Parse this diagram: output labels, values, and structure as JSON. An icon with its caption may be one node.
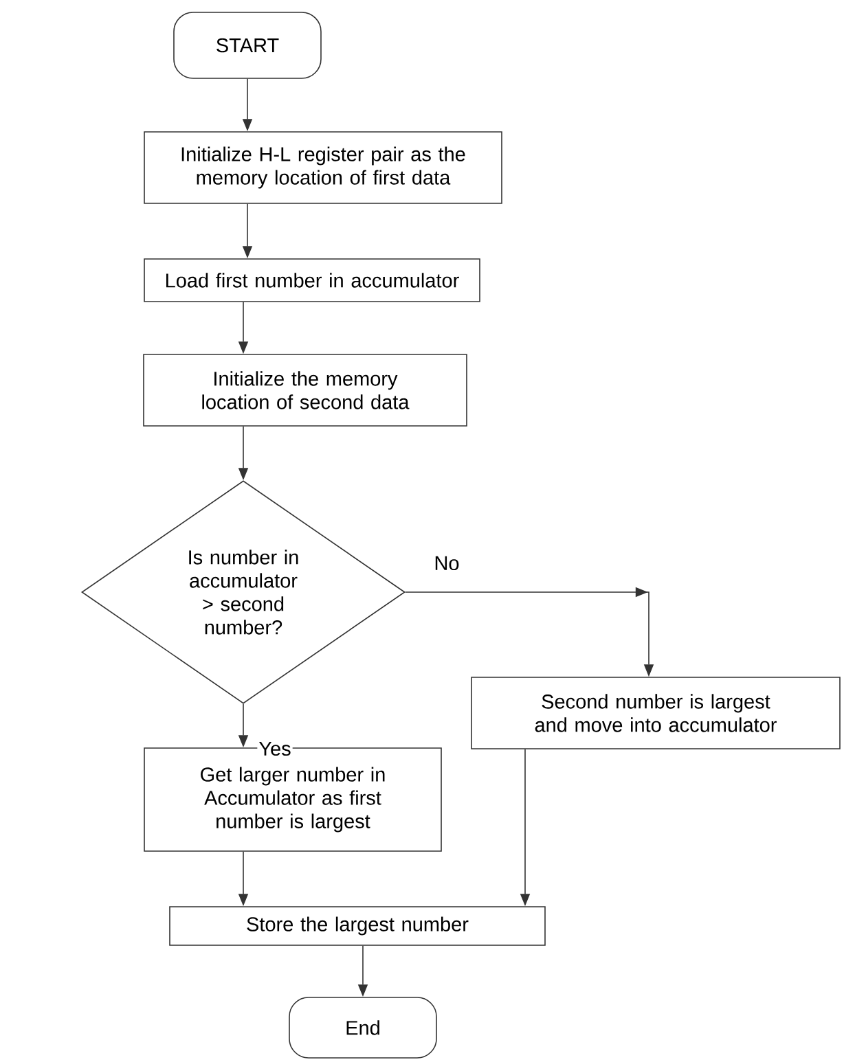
{
  "diagram": {
    "nodes": [
      {
        "text": [
          "START"
        ]
      },
      {
        "text": [
          "Initialize H-L register pair as the memory location of first data"
        ]
      },
      {
        "text": [
          "Load first number in accumulator"
        ]
      },
      {
        "text": [
          "Initialize the memory location of second data"
        ]
      },
      {
        "text": [
          "Is number in accumulator > second number?"
        ]
      },
      {
        "text": [
          "Get larger number in Accumulator as first number is largest"
        ]
      },
      {
        "text": [
          "Second number is largest and move into accumulator"
        ]
      },
      {
        "text": [
          "Store the largest number"
        ]
      },
      {
        "text": [
          "End"
        ]
      }
    ],
    "edges": [
      {
        "from": 0,
        "to": 1,
        "arrow": "to"
      },
      {
        "from": 1,
        "to": 2,
        "arrow": "to"
      },
      {
        "from": 2,
        "to": 3,
        "arrow": "to"
      },
      {
        "from": 3,
        "to": 4,
        "arrow": "to"
      },
      {
        "from": 4,
        "to": 5,
        "arrow": "to",
        "label": "Yes"
      },
      {
        "from": 4,
        "to": 6,
        "arrow": "to",
        "label": "No"
      },
      {
        "from": 5,
        "to": 7,
        "arrow": "to"
      },
      {
        "from": 6,
        "to": 7,
        "arrow": "to"
      },
      {
        "from": 7,
        "to": 8,
        "arrow": "to"
      }
    ]
  }
}
